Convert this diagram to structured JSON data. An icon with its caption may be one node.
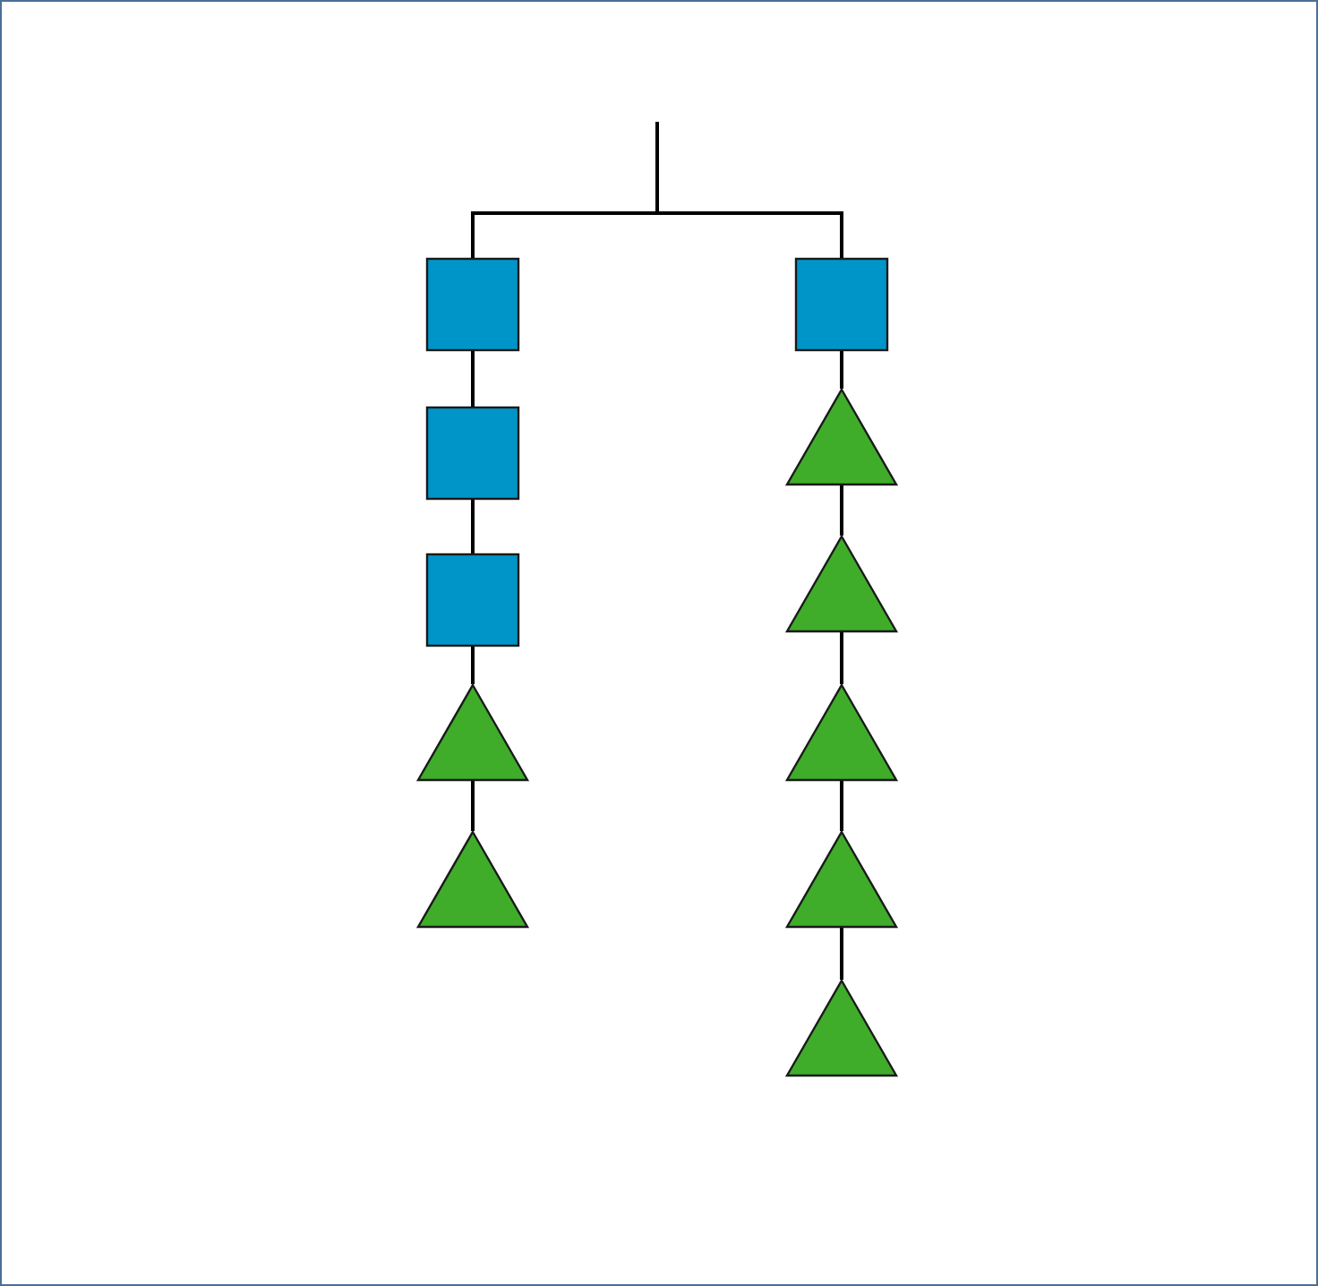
{
  "diagram": {
    "nodes": [
      {
        "text": [],
        "shape": "box"
      },
      {
        "text": [],
        "shape": "box"
      },
      {
        "text": [],
        "shape": "box"
      },
      {
        "text": [],
        "shape": "triangle"
      },
      {
        "text": [],
        "shape": "triangle"
      },
      {
        "text": [],
        "shape": "box"
      },
      {
        "text": [],
        "shape": "triangle"
      },
      {
        "text": [],
        "shape": "triangle"
      },
      {
        "text": [],
        "shape": "triangle"
      },
      {
        "text": [],
        "shape": "triangle"
      },
      {
        "text": [],
        "shape": "triangle"
      }
    ],
    "edges": [
      {
        "from": null,
        "to": 0,
        "arrow": "none"
      },
      {
        "from": null,
        "to": 5,
        "arrow": "none"
      },
      {
        "from": 0,
        "to": 1,
        "arrow": "none"
      },
      {
        "from": 1,
        "to": 2,
        "arrow": "none"
      },
      {
        "from": 2,
        "to": 3,
        "arrow": "none"
      },
      {
        "from": 3,
        "to": 4,
        "arrow": "none"
      },
      {
        "from": 5,
        "to": 6,
        "arrow": "none"
      },
      {
        "from": 6,
        "to": 7,
        "arrow": "none"
      },
      {
        "from": 7,
        "to": 8,
        "arrow": "none"
      },
      {
        "from": 8,
        "to": 9,
        "arrow": "none"
      },
      {
        "from": 9,
        "to": 10,
        "arrow": "none"
      }
    ]
  }
}
